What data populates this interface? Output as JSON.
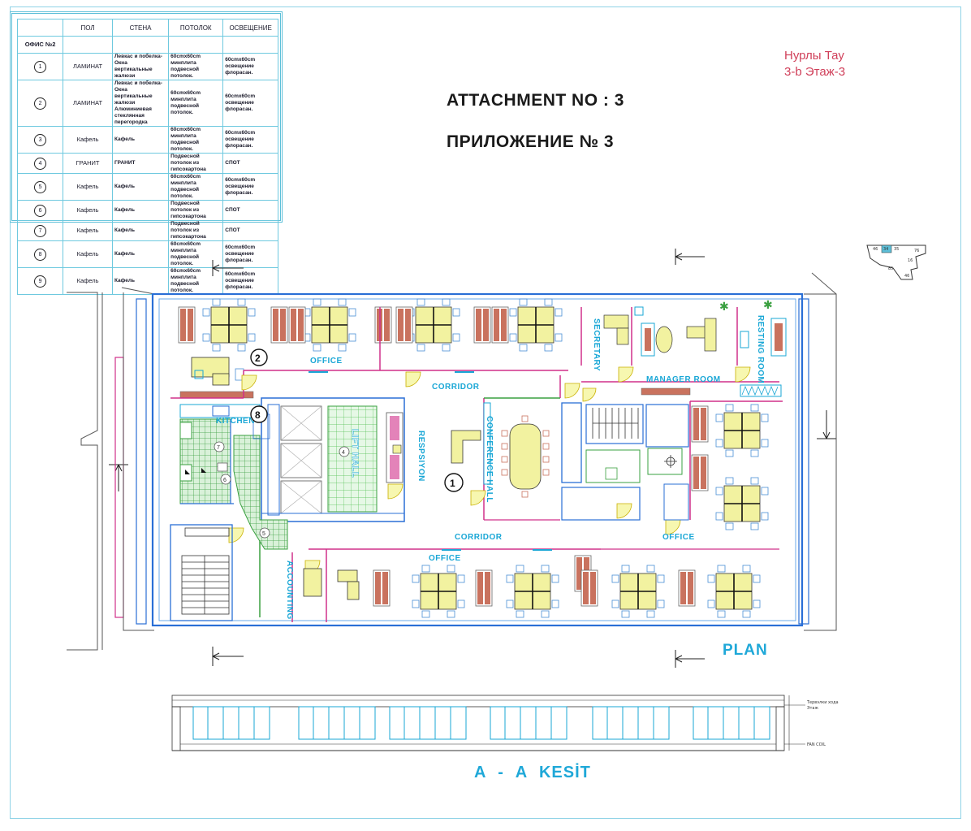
{
  "finishes_table": {
    "headers": [
      "",
      "ПОЛ",
      "СТЕНА",
      "ПОТОЛОК",
      "ОСВЕЩЕНИЕ"
    ],
    "title": "ОФИС №2",
    "rows": [
      {
        "no": "1",
        "floor": "ЛАМИНАТ",
        "wall": "Левкас и побелка-Окна вертикальные жалюзи",
        "ceiling": "60cmx60cm минплита подвесной потолок.",
        "light": "60cmx60cm освещение флорасан."
      },
      {
        "no": "2",
        "floor": "ЛАМИНАТ",
        "wall": "Левкас и побелка-Окна вертикальные жалюзи Алюминиевая стеклянная перегородка",
        "ceiling": "60cmx60cm минплита подвесной потолок.",
        "light": "60cmx60cm освещение флорасан."
      },
      {
        "no": "3",
        "floor": "Кафель",
        "wall": "Кафель",
        "ceiling": "60cmx60cm минплита подвесной потолок.",
        "light": "60cmx60cm освещение флорасан."
      },
      {
        "no": "4",
        "floor": "ГРАНИТ",
        "wall": "ГРАНИТ",
        "ceiling": "Подвесной потолок из гипсокартона",
        "light": "СПОТ"
      },
      {
        "no": "5",
        "floor": "Кафель",
        "wall": "Кафель",
        "ceiling": "60cmx60cm минплита подвесной потолок.",
        "light": "60cmx60cm освещение флорасан."
      },
      {
        "no": "6",
        "floor": "Кафель",
        "wall": "Кафель",
        "ceiling": "Подвесной потолок из гипсокартона",
        "light": "СПОТ"
      },
      {
        "no": "7",
        "floor": "Кафель",
        "wall": "Кафель",
        "ceiling": "Подвесной потолок из гипсокартона",
        "light": "СПОТ"
      },
      {
        "no": "8",
        "floor": "Кафель",
        "wall": "Кафель",
        "ceiling": "60cmx60cm минплита подвесной потолок.",
        "light": "60cmx60cm освещение флорасан."
      },
      {
        "no": "9",
        "floor": "Кафель",
        "wall": "Кафель",
        "ceiling": "60cmx60cm минплита подвесной потолок.",
        "light": "60cmx60cm освещение флорасан."
      }
    ]
  },
  "title_en": "ATTACHMENT NO : 3",
  "title_ru": "ПРИЛОЖЕНИЕ № 3",
  "corner_line1": "Нурлы Тау",
  "corner_line2": "3-b   Этаж-3",
  "plan_label": "PLAN",
  "section_label": "A - A   KESİT",
  "room_labels": {
    "office_top": "OFFICE",
    "corridor_top": "CORRIDOR",
    "secretary": "SECRETARY",
    "manager_room": "MANAGER ROOM",
    "resting_room": "RESTING ROOM",
    "kitchen": "KITCHEN",
    "lift_hall": "LIFT HALL",
    "respsiyon": "RESPSIYON",
    "conference_hall": "CONFERENCE HALL",
    "office_right": "OFFICE",
    "corridor_bottom": "CORRIDOR",
    "office_bottom": "OFFICE",
    "accounting": "ACCOUNTING"
  },
  "zone_markers": {
    "m1": "1",
    "m2": "2",
    "m8": "8",
    "m4": "4",
    "m5": "5",
    "m6": "6",
    "m7": "7"
  },
  "keyplan_numbers": {
    "k1": "46",
    "k2": "34",
    "k3": "35",
    "k4": "76",
    "k5": "85",
    "k6": "16",
    "k7": "46"
  },
  "section_notes": {
    "n1": "Тервэлки хода",
    "n2": "Этаж",
    "n3": "FAN COIL"
  },
  "colors": {
    "wall_blue": "#2a6fd6",
    "partition_pink": "#d0308a",
    "desk_yellow": "#f2f2a0",
    "cabinet_brown": "#c9725e",
    "tile_green": "#3aa040",
    "label_cyan": "#1aa7d6"
  }
}
